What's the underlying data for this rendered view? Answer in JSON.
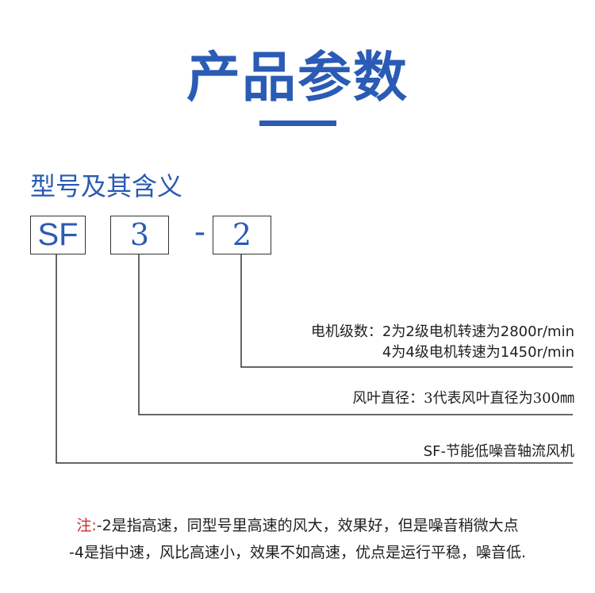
{
  "header": {
    "title": "产品参数"
  },
  "model_section": {
    "title": "型号及其含义",
    "codes": {
      "series": "SF",
      "blade": "3",
      "separator": "-",
      "poles": "2"
    },
    "descriptions": {
      "motor_line1": "电机级数：2为2级电机转速为2800r/min",
      "motor_line2": "4为4级电机转速为1450r/min",
      "blade": "风叶直径：3代表风叶直径为300㎜",
      "series": "SF-节能低噪音轴流风机"
    }
  },
  "note": {
    "prefix": "注:",
    "line1": "-2是指高速，同型号里高速的风大，效果好，但是噪音稍微大点",
    "line2": "-4是指中速，风比高速小，效果不如高速，优点是运行平稳，噪音低."
  },
  "colors": {
    "accent": "#2a5bb5",
    "note_red": "#d0262d",
    "text": "#1f1f1f"
  }
}
